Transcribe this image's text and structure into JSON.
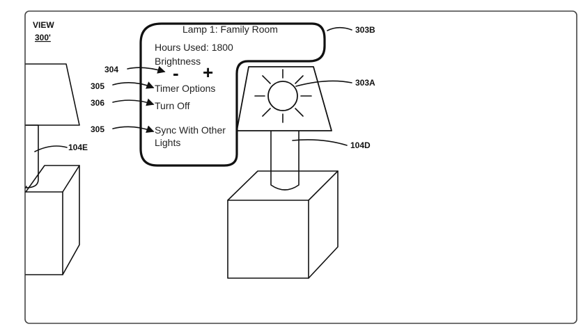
{
  "view": {
    "label": "VIEW",
    "number": "300'"
  },
  "lamp_menu": {
    "title": "Lamp 1: Family Room",
    "hours_used": "Hours Used: 1800",
    "brightness_label": "Brightness",
    "decrease_symbol": "-",
    "increase_symbol": "+",
    "timer_options": "Timer Options",
    "turn_off": "Turn Off",
    "sync_line1": "Sync With Other",
    "sync_line2": "Lights"
  },
  "reference_labels": {
    "brightness_controls": "304",
    "timer_options": "305",
    "turn_off": "306",
    "sync": "305",
    "menu_outline": "303B",
    "bulb_indicator": "303A",
    "lamp_right": "104D",
    "lamp_left": "104E"
  },
  "icons": {
    "bulb": "sun-bulb-icon",
    "arrow": "leader-arrow-icon"
  },
  "colors": {
    "stroke": "#111111",
    "background": "#ffffff"
  }
}
